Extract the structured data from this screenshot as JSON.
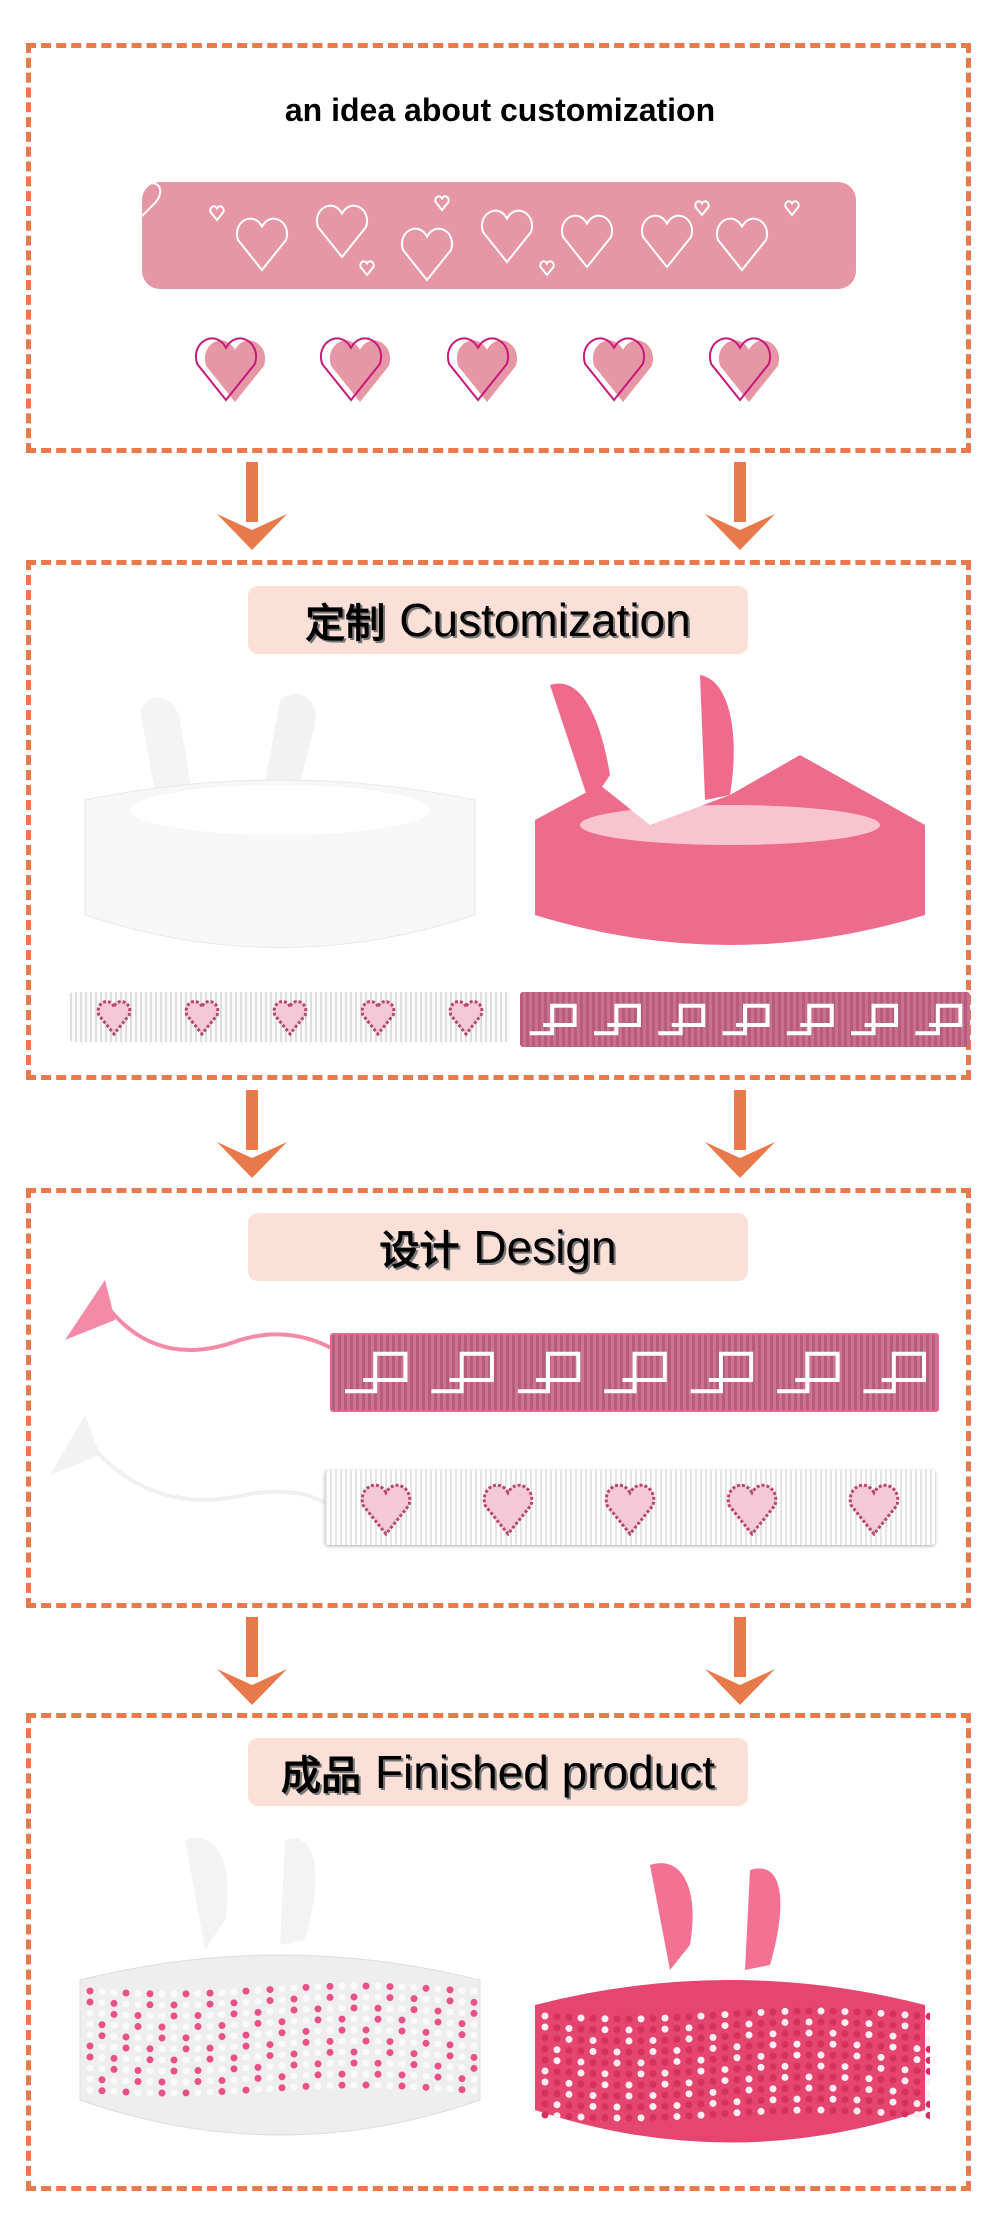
{
  "idea_section": {
    "title": "an idea  about customization"
  },
  "customization_section": {
    "label_zh": "定制",
    "label_en": "Customization"
  },
  "design_section": {
    "label_zh": "设计",
    "label_en": "Design"
  },
  "finished_section": {
    "label_zh": "成品",
    "label_en": "Finished product"
  },
  "colors": {
    "accent": "#e8794a",
    "pink": "#e597a5",
    "hot_pink": "#f06a8c",
    "label_bg": "#fbe0d8",
    "magenta": "#c7197a"
  }
}
